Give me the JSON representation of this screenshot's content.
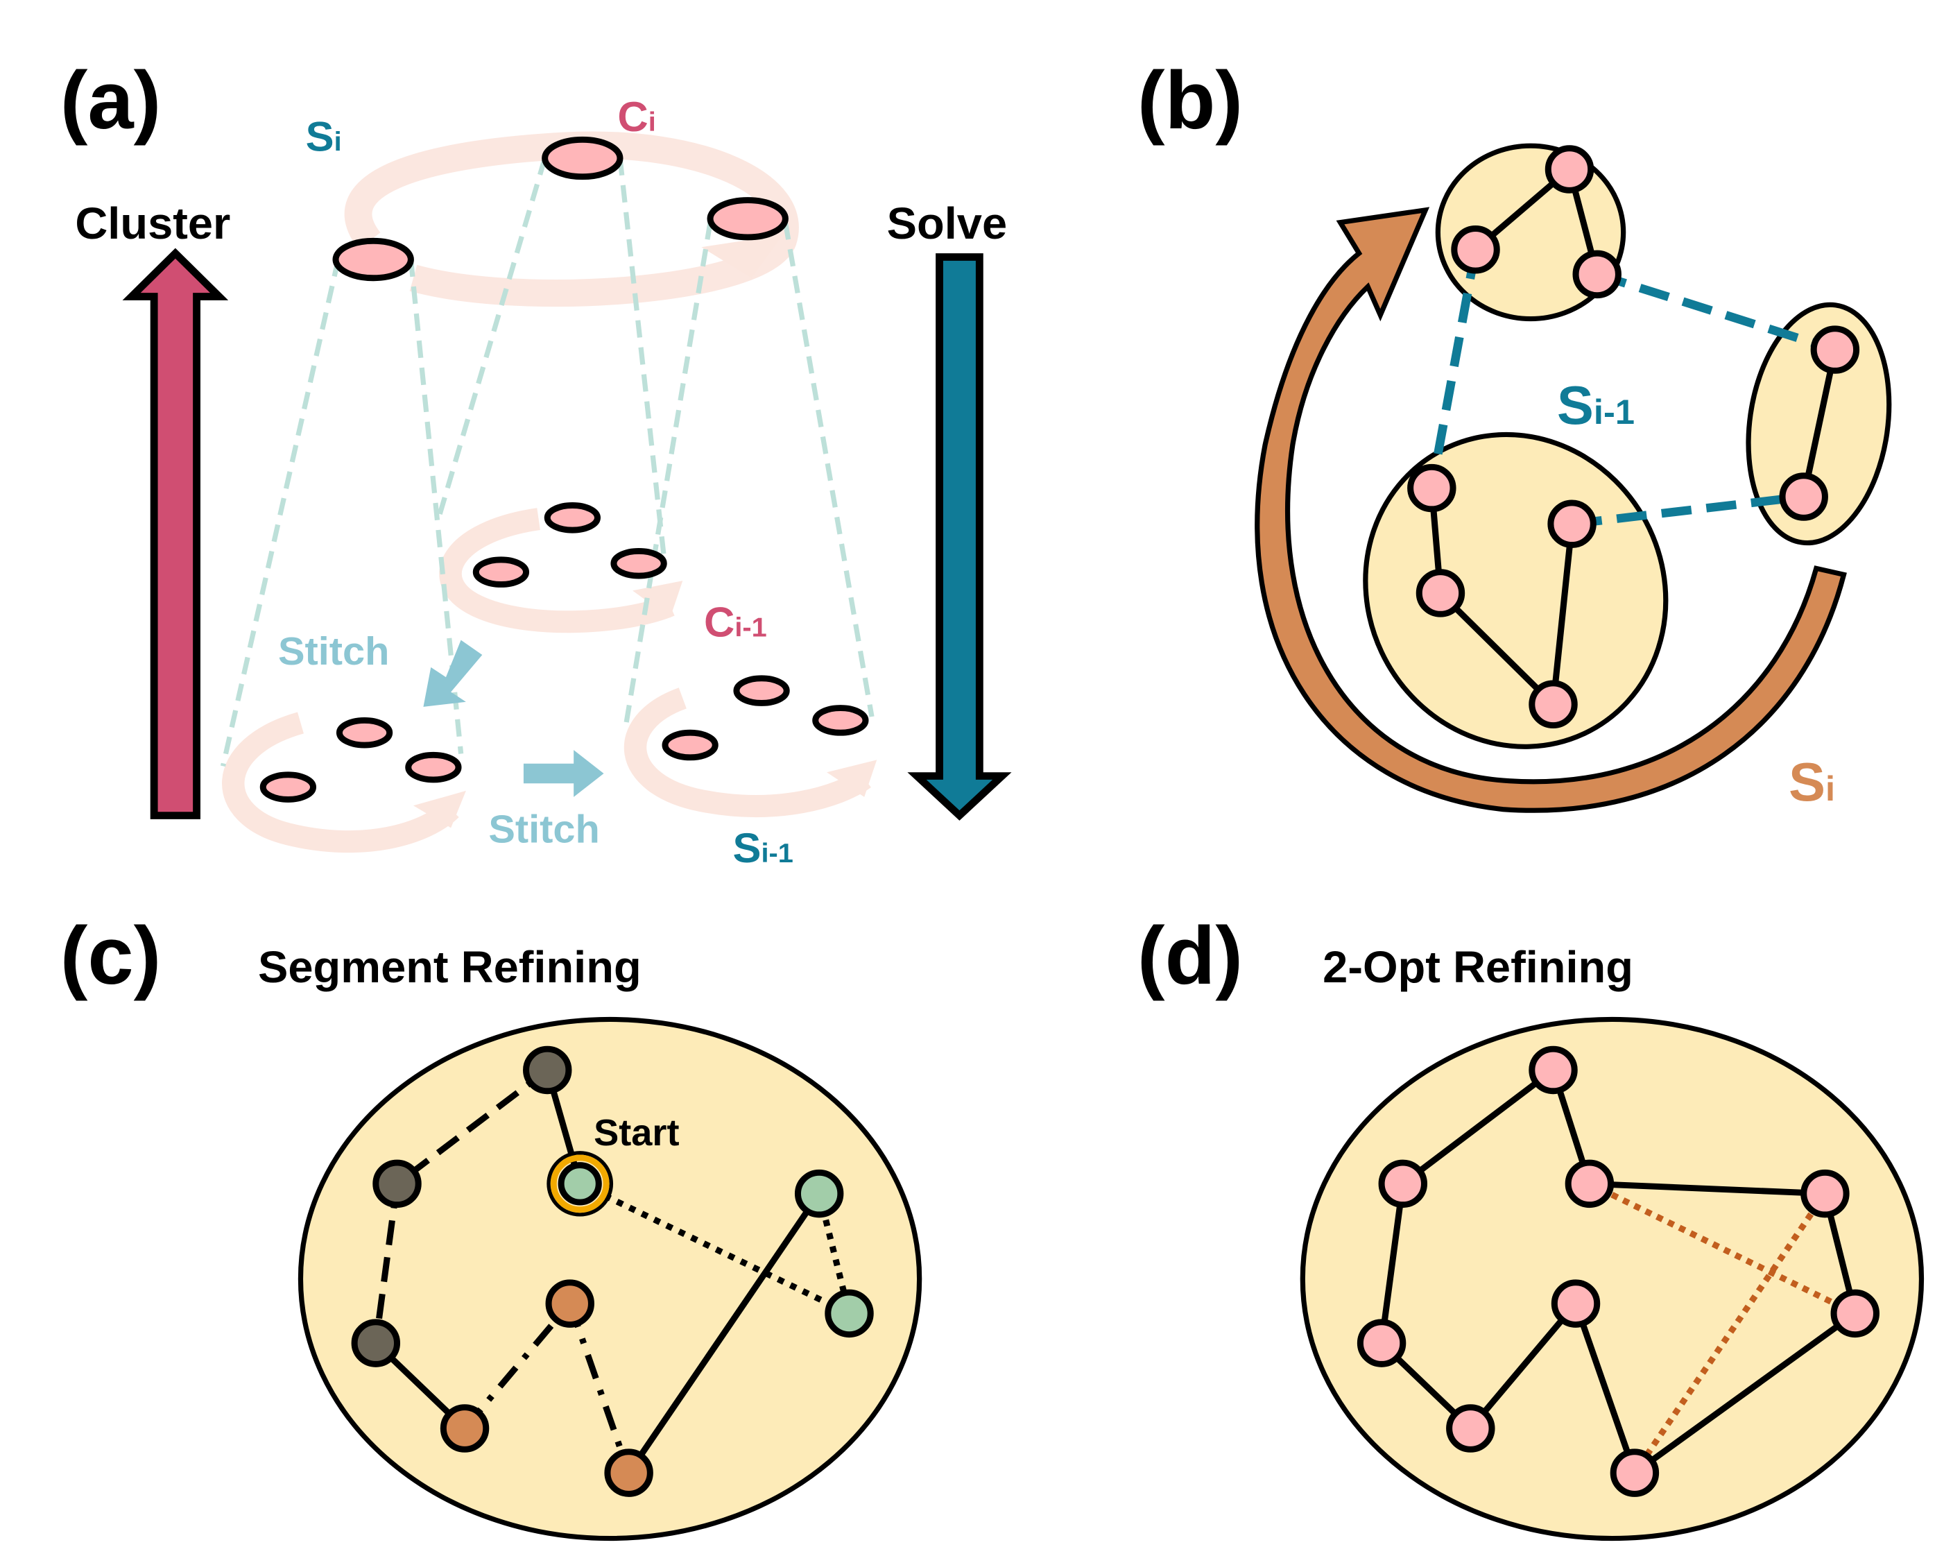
{
  "colors": {
    "cluster_arrow": "#d04e72",
    "solve_arrow": "#107b97",
    "teal_text": "#107b97",
    "pink_text": "#d04e72",
    "orange_text": "#d58a55",
    "stitch": "#8cc6d3",
    "node_pink": "#ffb6b9",
    "cluster_fill": "#fdebb8",
    "ghost_loop": "#fbe6de",
    "projection_dash": "#bde0d9",
    "orange_loop": "#d58a55",
    "dark_node": "#6b6557",
    "orange_node": "#d58a55",
    "green_node": "#a2cda9",
    "start_ring": "#f2a900",
    "opt_dotted": "#c25e1e"
  },
  "panel_a": {
    "letter": "(a)",
    "cluster_label": "Cluster",
    "solve_label": "Solve",
    "s_i": {
      "base": "S",
      "sub": "i"
    },
    "c_i": {
      "base": "C",
      "sub": "i"
    },
    "c_i_minus_1": {
      "base": "C",
      "sub": "i-1"
    },
    "s_i_minus_1": {
      "base": "S",
      "sub": "i-1"
    },
    "stitch_top": "Stitch",
    "stitch_bottom": "Stitch"
  },
  "panel_b": {
    "letter": "(b)",
    "s_i_minus_1": {
      "base": "S",
      "sub": "i-1"
    },
    "s_i": {
      "base": "S",
      "sub": "i"
    }
  },
  "panel_c": {
    "letter": "(c)",
    "title": "Segment Refining",
    "start_label": "Start"
  },
  "panel_d": {
    "letter": "(d)",
    "title": "2-Opt Refining"
  }
}
